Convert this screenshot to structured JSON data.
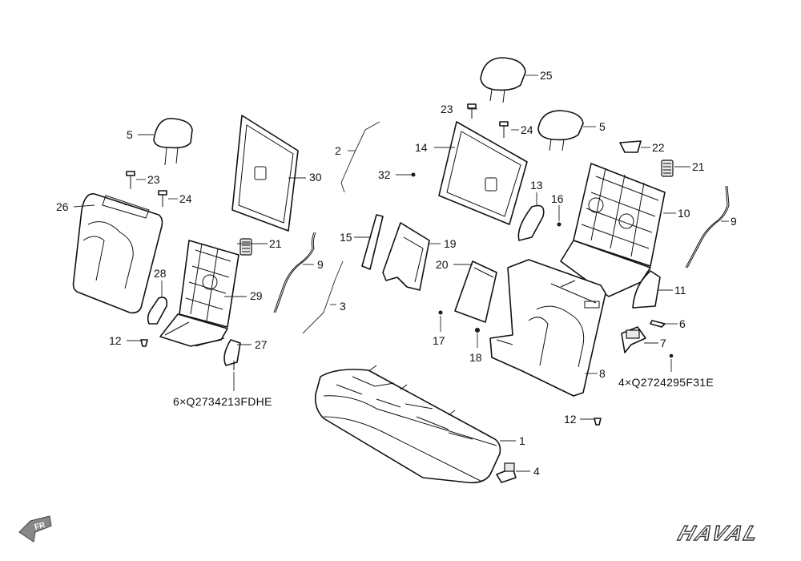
{
  "callouts": {
    "c1": "1",
    "c2": "2",
    "c3": "3",
    "c4": "4",
    "c5a": "5",
    "c5b": "5",
    "c6": "6",
    "c7": "7",
    "c8": "8",
    "c9a": "9",
    "c9b": "9",
    "c10": "10",
    "c11": "11",
    "c12a": "12",
    "c12b": "12",
    "c13": "13",
    "c14": "14",
    "c15": "15",
    "c16": "16",
    "c17": "17",
    "c18": "18",
    "c19": "19",
    "c20": "20",
    "c21a": "21",
    "c21b": "21",
    "c22": "22",
    "c23a": "23",
    "c23b": "23",
    "c24a": "24",
    "c24b": "24",
    "c25": "25",
    "c26": "26",
    "c27": "27",
    "c28": "28",
    "c29": "29",
    "c30": "30",
    "c32": "32"
  },
  "notes": {
    "left_fasteners": "6×Q2734213FDHE",
    "right_fasteners": "4×Q2724295F31E"
  },
  "orientation": {
    "label": "FR"
  },
  "brand": {
    "logo_text": "HAVAL"
  },
  "colors": {
    "line": "#111111",
    "background": "#ffffff"
  }
}
